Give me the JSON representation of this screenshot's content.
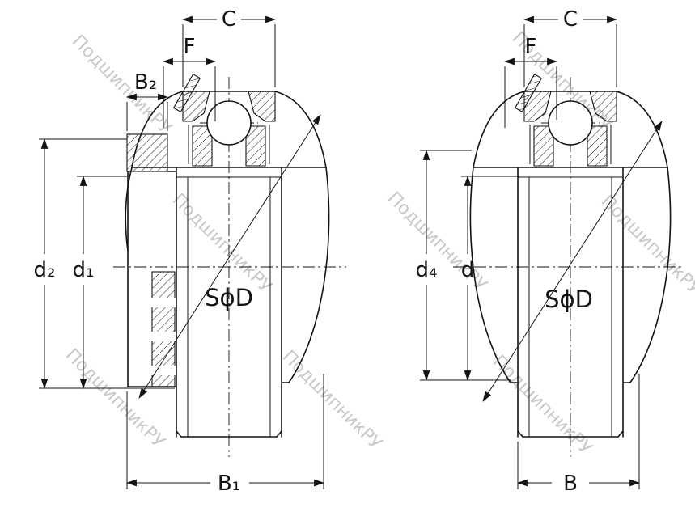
{
  "watermark": {
    "text": "ПодшипникРУ"
  },
  "left_view": {
    "dim_c": "C",
    "dim_f": "F",
    "dim_b2": "B₂",
    "dim_d2": "d₂",
    "dim_d1": "d₁",
    "dim_sphere": "SϕD",
    "dim_b1": "B₁"
  },
  "right_view": {
    "dim_c": "C",
    "dim_f": "F",
    "dim_d4": "d₄",
    "dim_d": "d",
    "dim_sphere": "SϕD",
    "dim_b": "B"
  }
}
